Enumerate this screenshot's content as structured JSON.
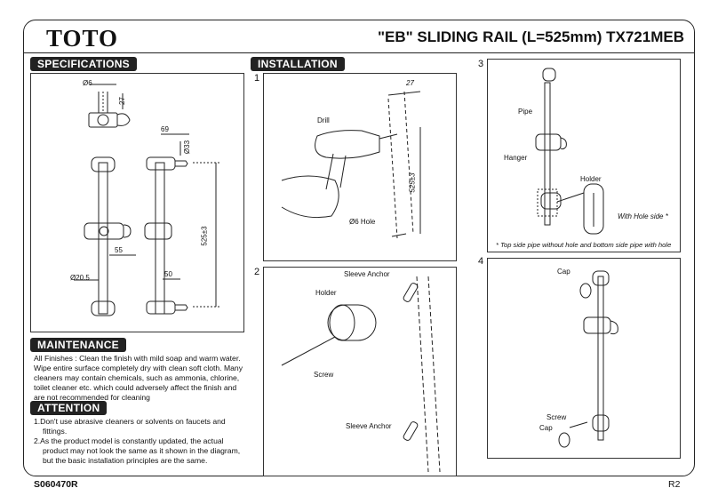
{
  "header": {
    "brand": "TOTO",
    "title": "\"EB\" SLIDING RAIL (L=525mm)  TX721MEB"
  },
  "sections": {
    "specifications": "SPECIFICATIONS",
    "installation": "INSTALLATION",
    "maintenance": "MAINTENANCE",
    "attention": "ATTENTION"
  },
  "specs": {
    "dims": {
      "d6": "Ø6",
      "d27": "27",
      "d69": "69",
      "d33": "Ø33",
      "d525": "525±3",
      "d55": "55",
      "d50": "50",
      "d205": "Ø20.5"
    }
  },
  "steps": {
    "s1": {
      "num": "1",
      "drill": "Drill",
      "dim27": "27",
      "dim525": "525±3",
      "hole": "Ø6 Hole"
    },
    "s2": {
      "num": "2",
      "sleeve_top": "Sleeve Anchor",
      "holder": "Holder",
      "screw": "Screw",
      "sleeve_bottom": "Sleeve Anchor"
    },
    "s3": {
      "num": "3",
      "pipe": "Pipe",
      "hanger": "Hanger",
      "holder": "Holder",
      "hole_side": "With Hole side  *",
      "note": "* Top side pipe without hole and bottom side pipe with hole"
    },
    "s4": {
      "num": "4",
      "cap_top": "Cap",
      "screw": "Screw",
      "cap_bottom": "Cap"
    }
  },
  "maintenance": {
    "text": "All Finishes : Clean the finish with mild soap and warm water. Wipe entire surface completely dry with clean soft cloth. Many cleaners may contain chemicals, such as ammonia, chlorine, toilet cleaner etc. which could adversely affect the finish and are not recommended for cleaning"
  },
  "attention": {
    "items": [
      "1.Don't use abrasive cleaners or solvents on faucets and fittings.",
      "2.As the product model is constantly updated, the actual product may not look the same as it shown in the diagram, but the basic installation principles are the same."
    ]
  },
  "footer": {
    "code": "S060470R",
    "revision": "R2"
  }
}
